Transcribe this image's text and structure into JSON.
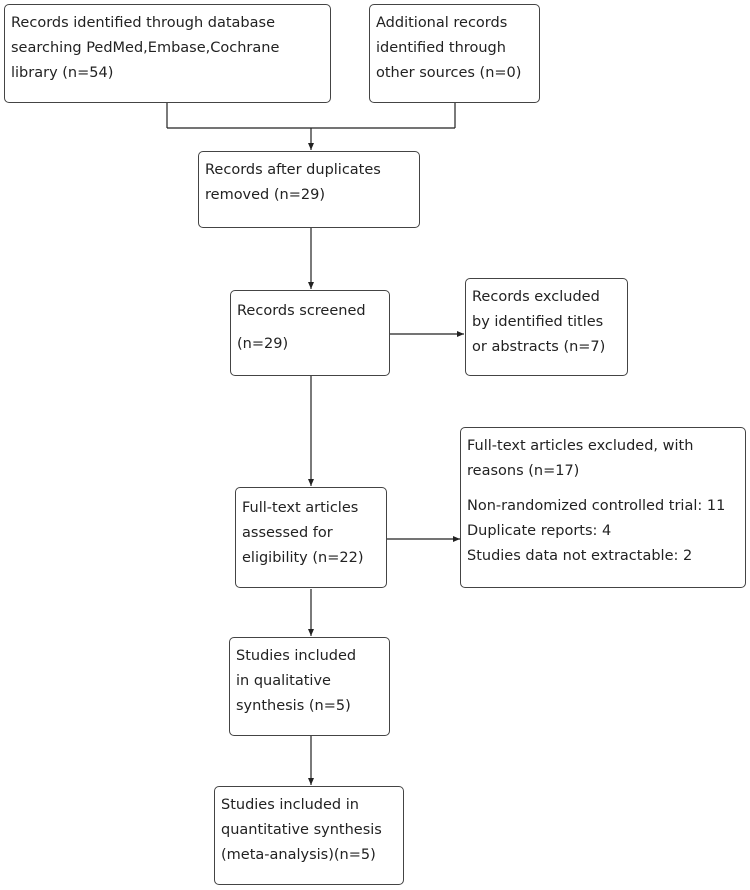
{
  "boxes": {
    "identified": {
      "lines": [
        "Records identified through database",
        "searching PedMed,Embase,Cochrane",
        "library (n=54)"
      ]
    },
    "additional": {
      "lines": [
        "Additional records",
        "identified through",
        "other sources (n=0)"
      ]
    },
    "after_duplicates": {
      "lines": [
        "Records after duplicates",
        "removed (n=29)"
      ]
    },
    "screened": {
      "lines": [
        "Records screened",
        "(n=29)"
      ]
    },
    "excluded_titles": {
      "lines": [
        "Records excluded",
        "by identified titles",
        "or abstracts (n=7)"
      ]
    },
    "fulltext_assessed": {
      "lines": [
        "Full-text articles",
        "assessed for",
        "eligibility (n=22)"
      ]
    },
    "fulltext_excluded": {
      "lines": [
        "Full-text articles excluded, with",
        "reasons (n=17)",
        "Non-randomized controlled trial: 11",
        "Duplicate reports: 4",
        "Studies data not extractable: 2"
      ]
    },
    "qualitative": {
      "lines": [
        "Studies included",
        "in qualitative",
        "synthesis (n=5)"
      ]
    },
    "quantitative": {
      "lines": [
        "Studies included in",
        "quantitative synthesis",
        "(meta-analysis)(n=5)"
      ]
    }
  },
  "colors": {
    "line": "#222222",
    "border": "#444444"
  }
}
